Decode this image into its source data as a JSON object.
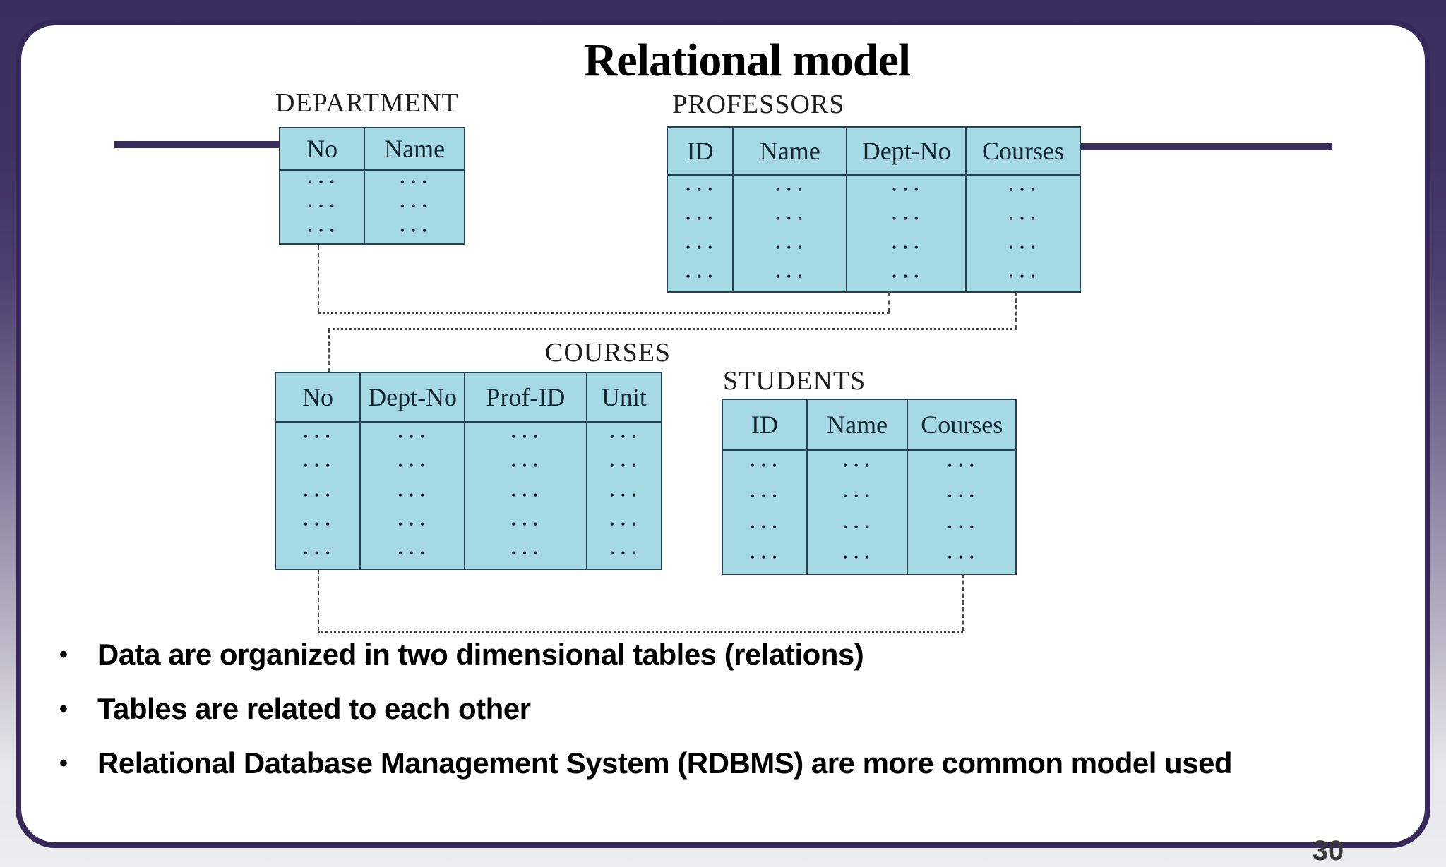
{
  "slide": {
    "title": "Relational model",
    "page_number": "30",
    "bullet_marker": "•",
    "bullets": [
      "Data are organized in two dimensional tables (relations)",
      "Tables are related to each other",
      "Relational Database Management System (RDBMS) are more common model used"
    ]
  },
  "ellipsis": "• • •",
  "tables": {
    "department": {
      "label": "DEPARTMENT",
      "columns": [
        "No",
        "Name"
      ],
      "data_row_count": 3
    },
    "professors": {
      "label": "PROFESSORS",
      "columns": [
        "ID",
        "Name",
        "Dept-No",
        "Courses"
      ],
      "data_row_count": 4
    },
    "courses": {
      "label": "COURSES",
      "columns": [
        "No",
        "Dept-No",
        "Prof-ID",
        "Unit"
      ],
      "data_row_count": 5
    },
    "students": {
      "label": "STUDENTS",
      "columns": [
        "ID",
        "Name",
        "Courses"
      ],
      "data_row_count": 4
    }
  },
  "relationships": [
    "DEPARTMENT.No — PROFESSORS.Dept-No",
    "PROFESSORS.Courses — COURSES.No",
    "COURSES.No — STUDENTS.Courses"
  ],
  "colors": {
    "table_fill": "#a5dae5",
    "table_border": "#23404e",
    "accent_purple": "#3a2d5e",
    "slide_border": "#36295a",
    "background_top": "#3b2e5e",
    "background_bottom": "#ededf0"
  }
}
